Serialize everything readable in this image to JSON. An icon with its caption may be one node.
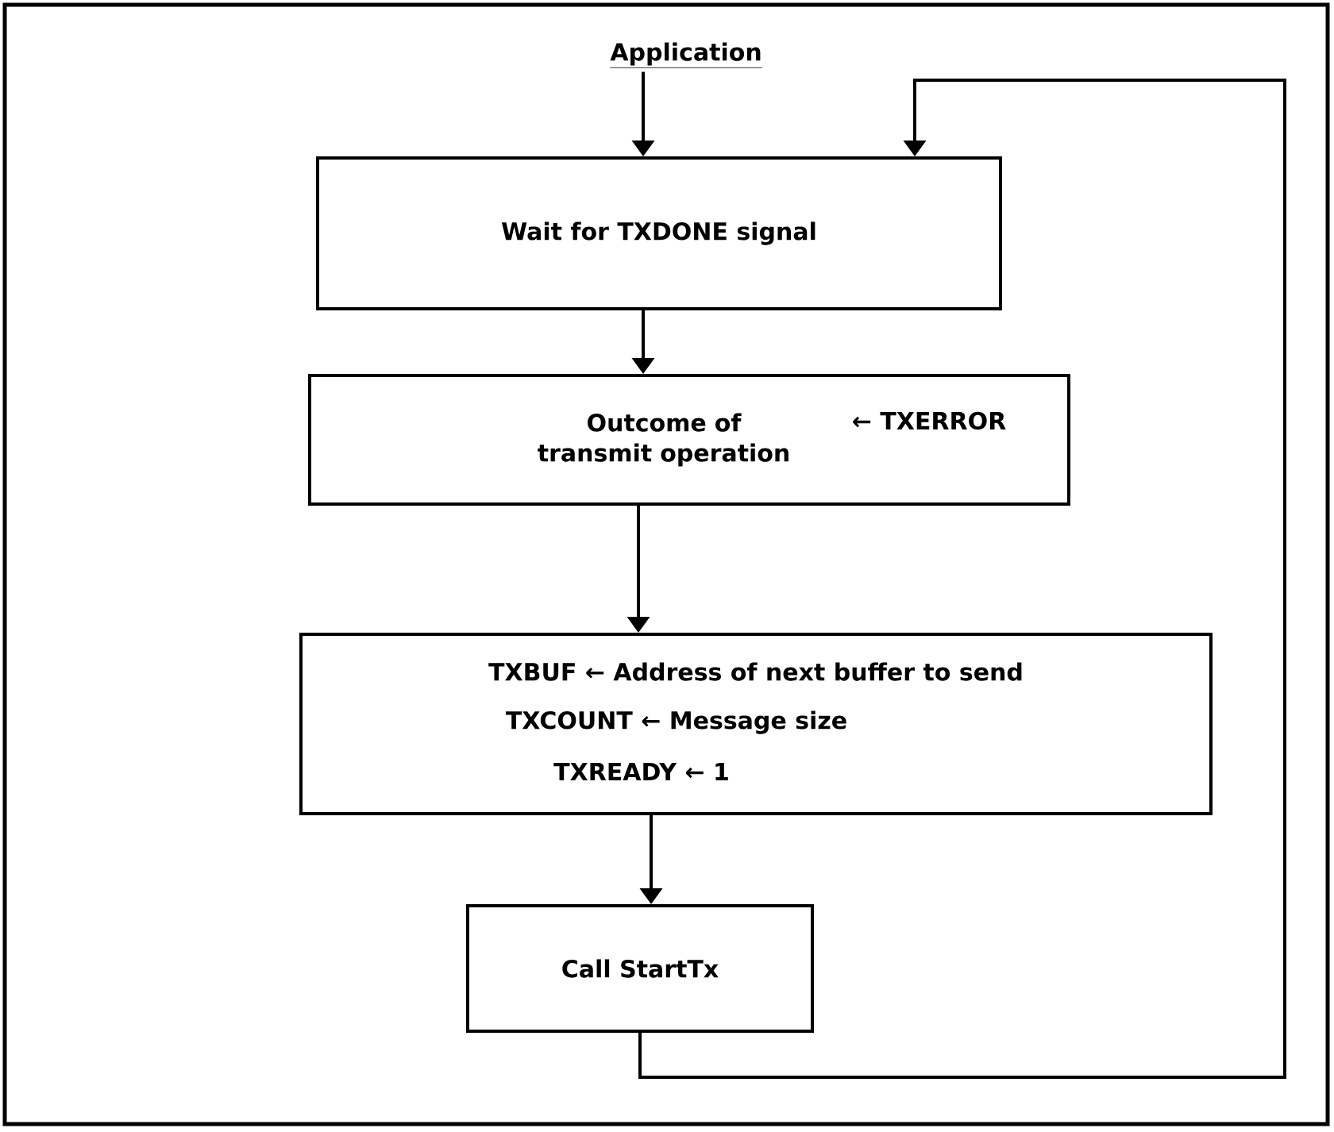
{
  "diagram": {
    "nodes": [
      {
        "text": [
          "Application"
        ]
      },
      {
        "text": [
          "Wait for TXDONE signal"
        ]
      },
      {
        "text": [
          "Outcome of transmit operation",
          "← TXERROR"
        ]
      },
      {
        "text": [
          "TXBUF ← Address of next buffer to send",
          "TXCOUNT ← Message size",
          "TXREADY ← 1"
        ]
      },
      {
        "text": [
          "Call StartTx"
        ]
      }
    ],
    "edges": [
      {
        "from": 0,
        "to": 1,
        "arrow": "to"
      },
      {
        "from": 1,
        "to": 2,
        "arrow": "to"
      },
      {
        "from": 2,
        "to": 3,
        "arrow": "to"
      },
      {
        "from": 3,
        "to": 4,
        "arrow": "to"
      },
      {
        "from": 4,
        "to": 1,
        "arrow": "to"
      }
    ]
  }
}
